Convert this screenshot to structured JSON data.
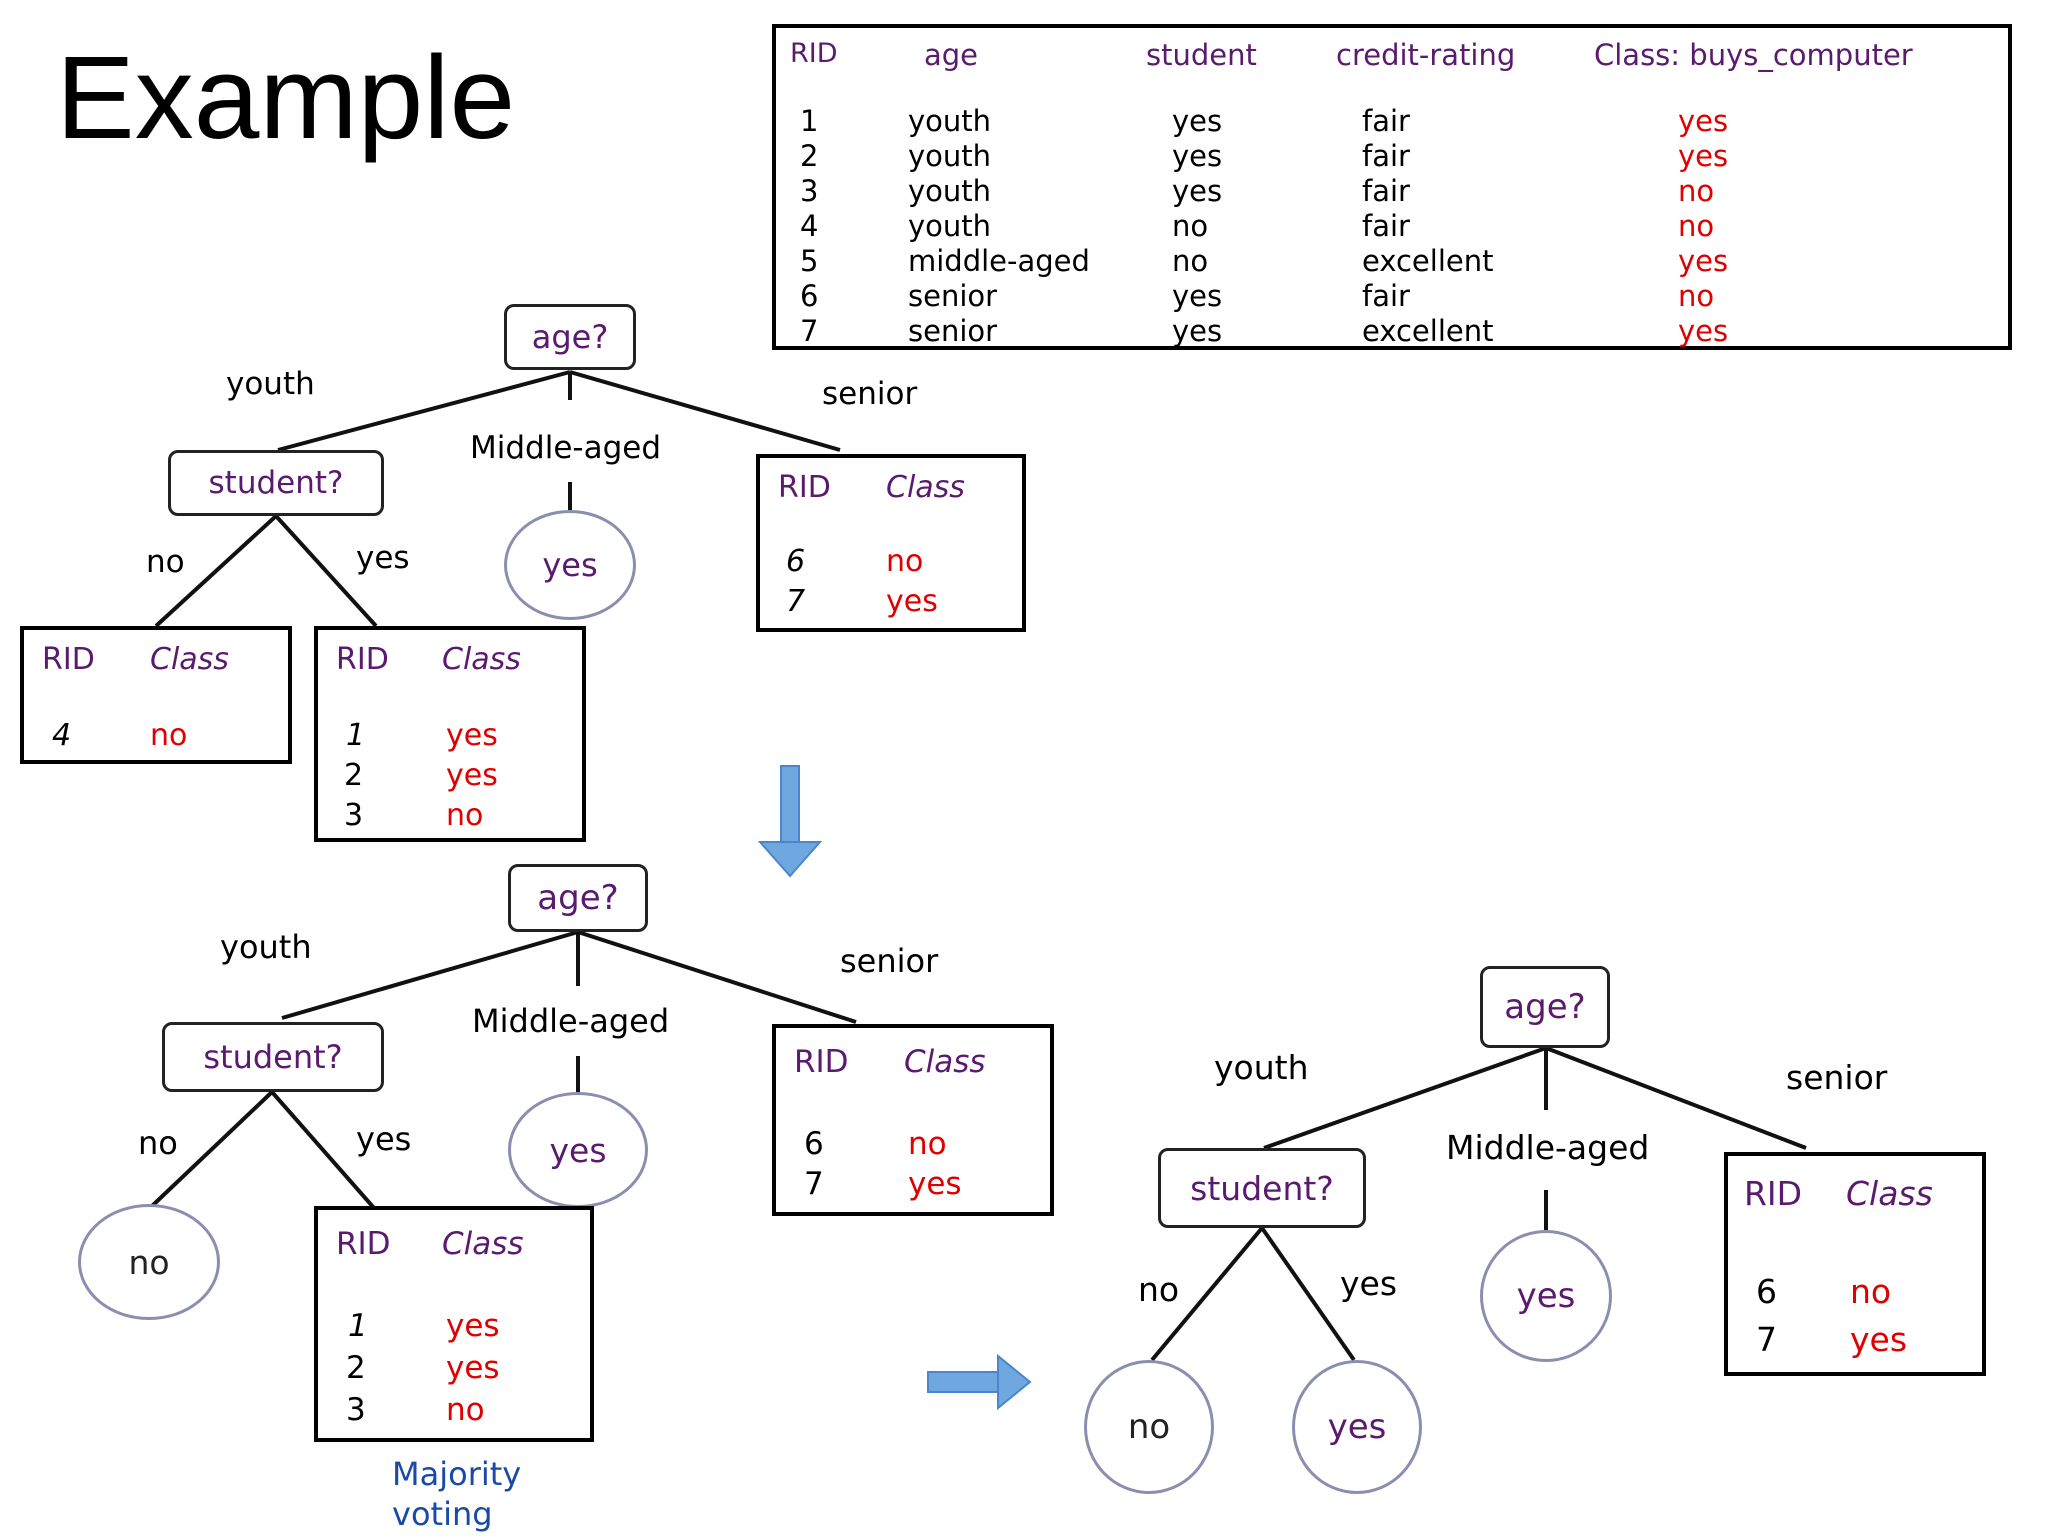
{
  "title": "Example",
  "table": {
    "headers": [
      "RID",
      "age",
      "student",
      "credit-rating",
      "Class: buys_computer"
    ],
    "rows": [
      [
        "1",
        "youth",
        "yes",
        "fair",
        "yes"
      ],
      [
        "2",
        "youth",
        "yes",
        "fair",
        "yes"
      ],
      [
        "3",
        "youth",
        "yes",
        "fair",
        "no"
      ],
      [
        "4",
        "youth",
        "no",
        "fair",
        "no"
      ],
      [
        "5",
        "middle-aged",
        "no",
        "excellent",
        "yes"
      ],
      [
        "6",
        "senior",
        "yes",
        "fair",
        "no"
      ],
      [
        "7",
        "senior",
        "yes",
        "excellent",
        "yes"
      ]
    ]
  },
  "tree1": {
    "root": "age?",
    "branch_youth": "youth",
    "branch_middle": "Middle-aged",
    "branch_senior": "senior",
    "student_node": "student?",
    "branch_no": "no",
    "branch_yes": "yes",
    "middle_leaf": "yes",
    "senior_box": {
      "rid_header": "RID",
      "class_header": "Class",
      "rows": [
        [
          "6",
          "no"
        ],
        [
          "7",
          "yes"
        ]
      ]
    },
    "no_box": {
      "rid_header": "RID",
      "class_header": "Class",
      "rows": [
        [
          "4",
          "no"
        ]
      ]
    },
    "yes_box": {
      "rid_header": "RID",
      "class_header": "Class",
      "rows": [
        [
          "1",
          "yes"
        ],
        [
          "2",
          "yes"
        ],
        [
          "3",
          "no"
        ]
      ]
    }
  },
  "tree2": {
    "root": "age?",
    "branch_youth": "youth",
    "branch_middle": "Middle-aged",
    "branch_senior": "senior",
    "student_node": "student?",
    "branch_no": "no",
    "branch_yes": "yes",
    "middle_leaf": "yes",
    "no_leaf": "no",
    "senior_box": {
      "rid_header": "RID",
      "class_header": "Class",
      "rows": [
        [
          "6",
          "no"
        ],
        [
          "7",
          "yes"
        ]
      ]
    },
    "yes_box": {
      "rid_header": "RID",
      "class_header": "Class",
      "rows": [
        [
          "1",
          "yes"
        ],
        [
          "2",
          "yes"
        ],
        [
          "3",
          "no"
        ]
      ]
    },
    "majority_voting": [
      "Majority",
      "voting"
    ]
  },
  "tree3": {
    "root": "age?",
    "branch_youth": "youth",
    "branch_middle": "Middle-aged",
    "branch_senior": "senior",
    "student_node": "student?",
    "branch_no": "no",
    "branch_yes": "yes",
    "middle_leaf": "yes",
    "no_leaf": "no",
    "yes_leaf": "yes",
    "senior_box": {
      "rid_header": "RID",
      "class_header": "Class",
      "rows": [
        [
          "6",
          "no"
        ],
        [
          "7",
          "yes"
        ]
      ]
    }
  },
  "colors": {
    "header": "#5a1a6e",
    "class_value": "#e00000",
    "arrow": "#6fa8e0",
    "voting": "#1a4aa8"
  }
}
